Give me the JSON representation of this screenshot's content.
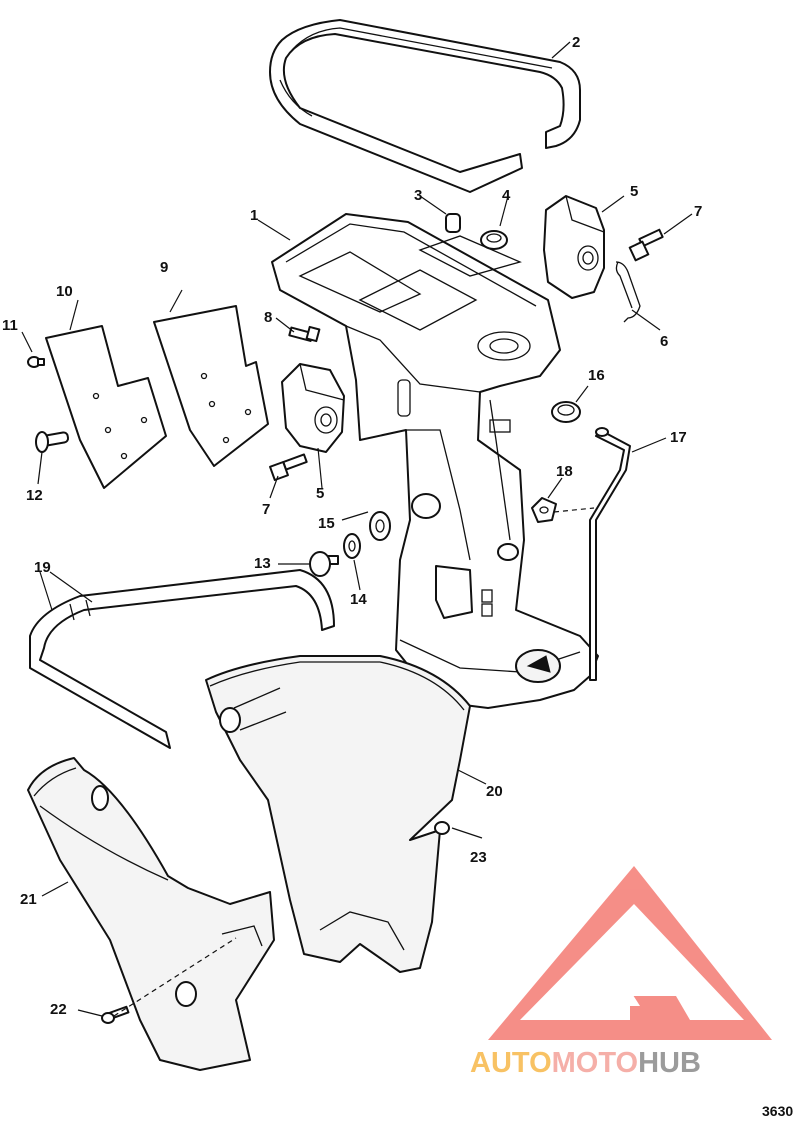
{
  "diagram": {
    "callouts": [
      "1",
      "2",
      "3",
      "4",
      "5",
      "5",
      "6",
      "7",
      "7",
      "8",
      "9",
      "10",
      "11",
      "12",
      "13",
      "14",
      "15",
      "16",
      "17",
      "18",
      "19",
      "20",
      "21",
      "22",
      "23"
    ],
    "figure_number": "3630"
  },
  "watermark": {
    "brand_part1": "AUTO",
    "brand_part2": "MOTO",
    "brand_part3": "HUB",
    "colors": {
      "part1": "#f7b84a",
      "part2": "#f4a29a",
      "part3": "#8a8a8a",
      "triangle": "#f47b73"
    }
  }
}
